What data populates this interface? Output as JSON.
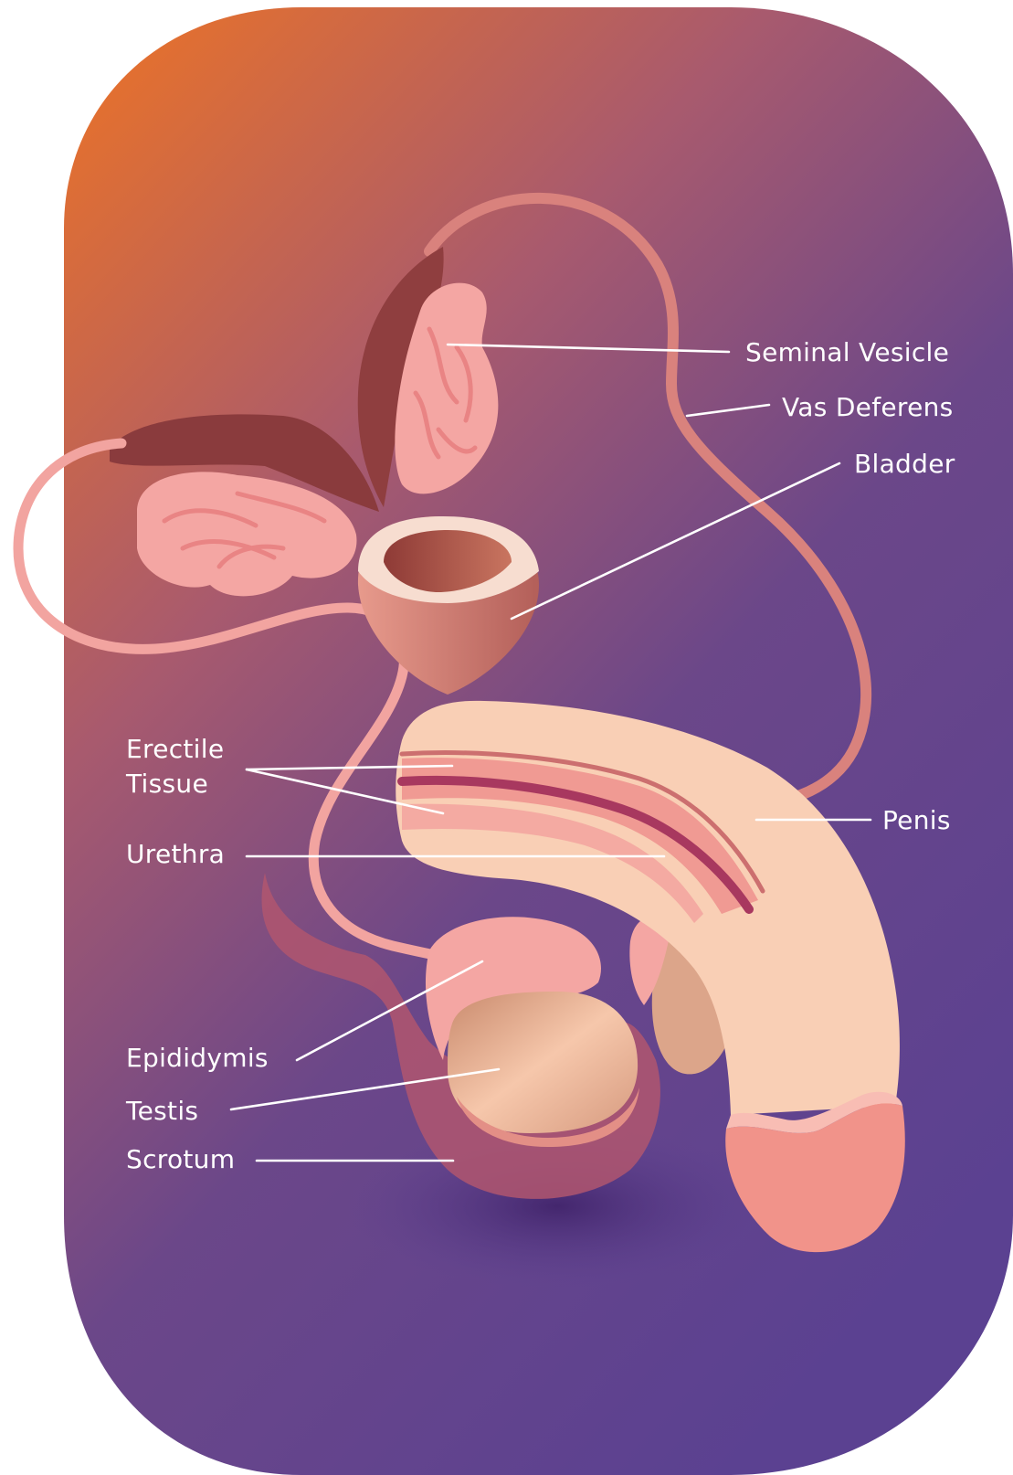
{
  "diagram": {
    "labels": {
      "seminal_vesicle": "Seminal Vesicle",
      "vas_deferens": "Vas Deferens",
      "bladder": "Bladder",
      "erectile_tissue_line1": "Erectile",
      "erectile_tissue_line2": "Tissue",
      "penis": "Penis",
      "urethra": "Urethra",
      "epididymis": "Epididymis",
      "testis": "Testis",
      "scrotum": "Scrotum"
    },
    "colors": {
      "gradient_top": "#ee7424",
      "gradient_mid": "#a85a6e",
      "gradient_bottom": "#5b4191",
      "skin_light": "#f9cfb5",
      "tissue_pink": "#f4a6a3",
      "organ_dark": "#8a3b3d",
      "urethra_purple": "#a8385f",
      "tube": "#f2a4a0"
    }
  }
}
